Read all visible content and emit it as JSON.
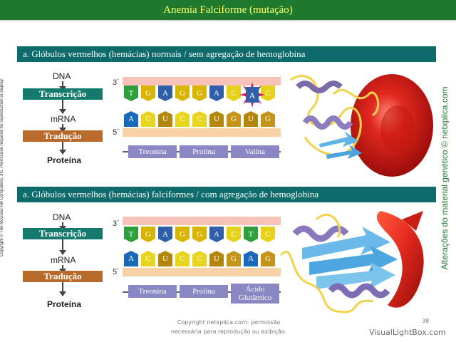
{
  "title": "Anemia Falciforme (mutação)",
  "left_copyright": "Copyright © The McGraw-Hill Companies, Inc. Permission required for reproduction or display.",
  "right_vertical": "Alterações do material genético © netxplica.com",
  "panels": [
    {
      "heading": "a. Glóbulos vermelhos (hemácias)  normais / sem agregação  de hemoglobina",
      "flow": {
        "dna": "DNA",
        "transcription": "Transcrição",
        "mrna": "mRNA",
        "translation": "Tradução",
        "protein": "Proteína"
      },
      "three_prime": "3´",
      "five_prime": "5´",
      "dna_bases": [
        "T",
        "G",
        "A",
        "G",
        "G",
        "A",
        "C",
        "A",
        "C"
      ],
      "mrna_bases": [
        "A",
        "C",
        "U",
        "C",
        "C",
        "U",
        "G",
        "U",
        "G"
      ],
      "amino_acids": [
        "Treonina",
        "Prolina",
        "Valina"
      ],
      "mutation_highlight": true
    },
    {
      "heading": "a. Glóbulos vermelhos (hemácias)  falciformes / com agregação  de hemoglobina",
      "flow": {
        "dna": "DNA",
        "transcription": "Transcrição",
        "mrna": "mRNA",
        "translation": "Tradução",
        "protein": "Proteína"
      },
      "three_prime": "3´",
      "five_prime": "5´",
      "dna_bases": [
        "T",
        "G",
        "A",
        "G",
        "G",
        "A",
        "C",
        "T",
        "C"
      ],
      "mrna_bases": [
        "A",
        "C",
        "U",
        "C",
        "C",
        "U",
        "G",
        "A",
        "G"
      ],
      "amino_acids": [
        "Treonina",
        "Prolina",
        "Ácido Glutâmico"
      ]
    }
  ],
  "footer_copyright_1": "Copyright netxplica.com: permissão",
  "footer_copyright_2": "necessária para reprodução ou exibição.",
  "page_number": "38",
  "watermark": "VisualLightBox.com",
  "colors": {
    "title_bg": "#1f7a2e",
    "title_text": "#ffff66",
    "band": "#0d6b6b",
    "T": "#2f9e3d",
    "G": "#d9b400",
    "A": "#2e5fa8",
    "C": "#e6d21a",
    "U": "#b5860c",
    "mrna_A": "#1a6ab8",
    "mrna_C": "#e8d520",
    "mrna_U": "#b5860c",
    "mrna_G": "#c69418"
  }
}
